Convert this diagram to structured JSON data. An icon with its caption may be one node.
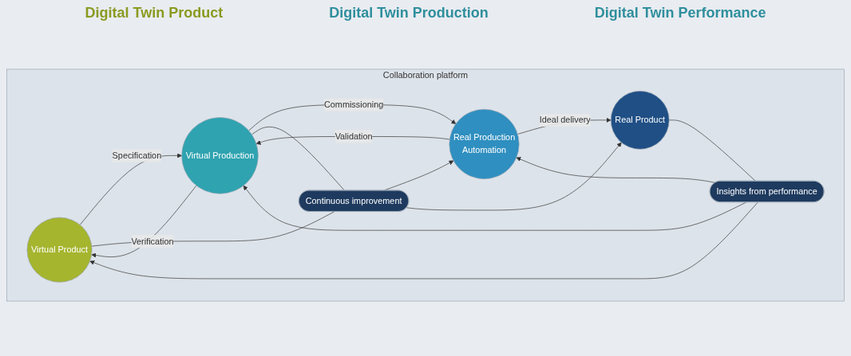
{
  "diagram": {
    "nodes": [
      {
        "text": [
          "Collaboration platform"
        ]
      },
      {
        "text": [
          "Virtual Product"
        ],
        "in": 0
      },
      {
        "text": [
          "Virtual Production"
        ],
        "in": 0
      },
      {
        "text": [
          "Real Production",
          "Automation"
        ],
        "in": 0
      },
      {
        "text": [
          "Real Product"
        ],
        "in": 0
      },
      {
        "text": [
          "Insights from performance"
        ],
        "in": 0
      },
      {
        "text": [
          "Continuous improvement"
        ],
        "in": 0
      }
    ],
    "edges": [
      {
        "from": 2,
        "to": 1,
        "label": "Verification",
        "arrow": "to"
      },
      {
        "from": 1,
        "to": 2,
        "label": "Specification",
        "arrow": "to"
      },
      {
        "from": 3,
        "to": 2,
        "label": "Validation",
        "arrow": "to"
      },
      {
        "from": 2,
        "to": 3,
        "label": "Commissioning",
        "arrow": "to"
      },
      {
        "from": 3,
        "to": 4,
        "label": "Ideal delivery",
        "arrow": "to"
      },
      {
        "from": 4,
        "to": 5,
        "arrow": "none"
      },
      {
        "from": 5,
        "to": 1,
        "arrow": "to"
      },
      {
        "from": 5,
        "to": 2,
        "arrow": "to"
      },
      {
        "from": 5,
        "to": 3,
        "arrow": "to"
      },
      {
        "from": 1,
        "to": 6,
        "arrow": "none"
      },
      {
        "from": 2,
        "to": 6,
        "arrow": "none"
      },
      {
        "from": 6,
        "to": 3,
        "arrow": "to"
      },
      {
        "from": 6,
        "to": 4,
        "arrow": "to"
      }
    ],
    "labels": [
      "Digital Twin Product",
      "Digital Twin Production",
      "Digital Twin Performance"
    ]
  }
}
